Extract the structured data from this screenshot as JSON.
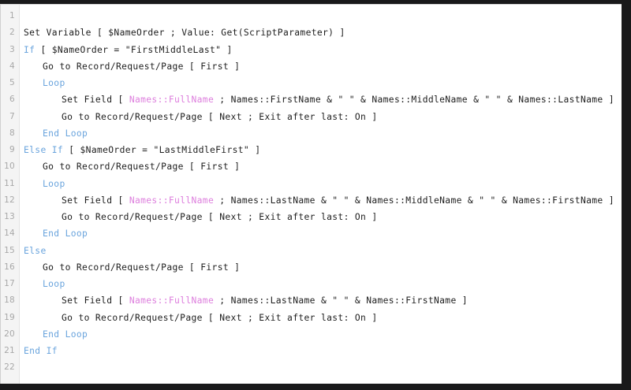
{
  "editor": {
    "title": "FileMaker script editor",
    "language": "FileMaker Script",
    "colors": {
      "background": "#ffffff",
      "frame": "#19191a",
      "gutter": "#f4f4f4",
      "line_number": "#a8a8a8",
      "text": "#1d1d1d",
      "keyword": "#6aa4dd",
      "field_reference": "#dd7edd"
    },
    "total_lines": 22,
    "lines": [
      {
        "number": "1",
        "indent": 0,
        "tokens": []
      },
      {
        "number": "2",
        "indent": 0,
        "tokens": [
          {
            "text": "Set Variable [ $NameOrder ; Value: Get(ScriptParameter) ]",
            "type": "plain"
          }
        ]
      },
      {
        "number": "3",
        "indent": 0,
        "tokens": [
          {
            "text": "If",
            "type": "kw"
          },
          {
            "text": " [ $NameOrder = \"FirstMiddleLast\" ]",
            "type": "plain"
          }
        ]
      },
      {
        "number": "4",
        "indent": 1,
        "tokens": [
          {
            "text": "Go to Record/Request/Page [ First ]",
            "type": "plain"
          }
        ]
      },
      {
        "number": "5",
        "indent": 1,
        "tokens": [
          {
            "text": "Loop",
            "type": "kw"
          }
        ]
      },
      {
        "number": "6",
        "indent": 2,
        "tokens": [
          {
            "text": "Set Field [ ",
            "type": "plain"
          },
          {
            "text": "Names::FullName",
            "type": "field"
          },
          {
            "text": " ; Names::FirstName & \" \" & Names::MiddleName & \" \" & Names::LastName ]",
            "type": "plain"
          }
        ]
      },
      {
        "number": "7",
        "indent": 2,
        "tokens": [
          {
            "text": "Go to Record/Request/Page [ Next ; Exit after last: On ]",
            "type": "plain"
          }
        ]
      },
      {
        "number": "8",
        "indent": 1,
        "tokens": [
          {
            "text": "End Loop",
            "type": "kw"
          }
        ]
      },
      {
        "number": "9",
        "indent": 0,
        "tokens": [
          {
            "text": "Else If",
            "type": "kw"
          },
          {
            "text": " [ $NameOrder = \"LastMiddleFirst\" ]",
            "type": "plain"
          }
        ]
      },
      {
        "number": "10",
        "indent": 1,
        "tokens": [
          {
            "text": "Go to Record/Request/Page [ First ]",
            "type": "plain"
          }
        ]
      },
      {
        "number": "11",
        "indent": 1,
        "tokens": [
          {
            "text": "Loop",
            "type": "kw"
          }
        ]
      },
      {
        "number": "12",
        "indent": 2,
        "tokens": [
          {
            "text": "Set Field [ ",
            "type": "plain"
          },
          {
            "text": "Names::FullName",
            "type": "field"
          },
          {
            "text": " ; Names::LastName & \" \" & Names::MiddleName & \" \" & Names::FirstName ]",
            "type": "plain"
          }
        ]
      },
      {
        "number": "13",
        "indent": 2,
        "tokens": [
          {
            "text": "Go to Record/Request/Page [ Next ; Exit after last: On ]",
            "type": "plain"
          }
        ]
      },
      {
        "number": "14",
        "indent": 1,
        "tokens": [
          {
            "text": "End Loop",
            "type": "kw"
          }
        ]
      },
      {
        "number": "15",
        "indent": 0,
        "tokens": [
          {
            "text": "Else",
            "type": "kw"
          }
        ]
      },
      {
        "number": "16",
        "indent": 1,
        "tokens": [
          {
            "text": "Go to Record/Request/Page [ First ]",
            "type": "plain"
          }
        ]
      },
      {
        "number": "17",
        "indent": 1,
        "tokens": [
          {
            "text": "Loop",
            "type": "kw"
          }
        ]
      },
      {
        "number": "18",
        "indent": 2,
        "tokens": [
          {
            "text": "Set Field [ ",
            "type": "plain"
          },
          {
            "text": "Names::FullName",
            "type": "field"
          },
          {
            "text": " ; Names::LastName & \" \" & Names::FirstName ]",
            "type": "plain"
          }
        ]
      },
      {
        "number": "19",
        "indent": 2,
        "tokens": [
          {
            "text": "Go to Record/Request/Page [ Next ; Exit after last: On ]",
            "type": "plain"
          }
        ]
      },
      {
        "number": "20",
        "indent": 1,
        "tokens": [
          {
            "text": "End Loop",
            "type": "kw"
          }
        ]
      },
      {
        "number": "21",
        "indent": 0,
        "tokens": [
          {
            "text": "End If",
            "type": "kw"
          }
        ]
      },
      {
        "number": "22",
        "indent": 0,
        "tokens": []
      }
    ]
  }
}
